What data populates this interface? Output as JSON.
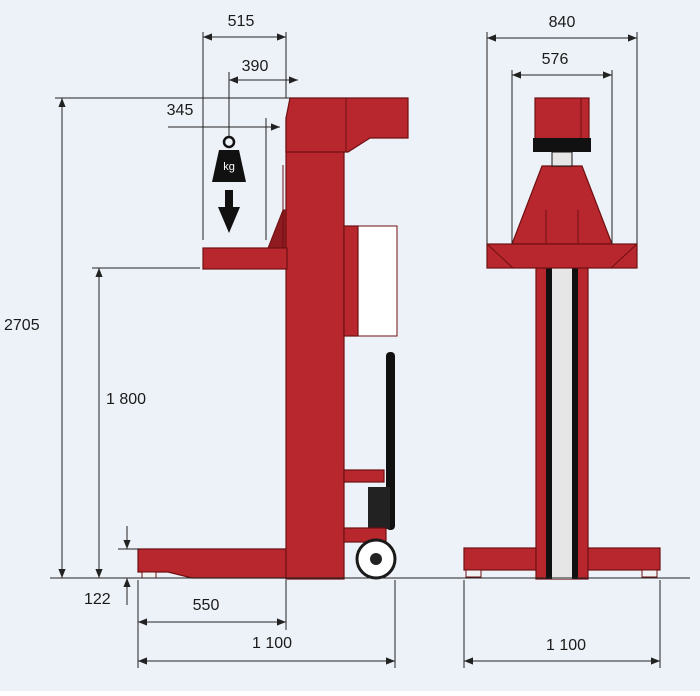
{
  "background_color": "#edf2f8",
  "lift_color": "#b8272d",
  "dimensions": {
    "top_width": "515",
    "load_offset": "390",
    "fork_offset": "345",
    "total_height": "2705",
    "fork_height": "1 800",
    "foot_height": "122",
    "half_base": "550",
    "base_length_side": "1 100",
    "outer_width": "840",
    "inner_width": "576",
    "base_length_front": "1 100"
  },
  "weight_symbol": {
    "label": "kg",
    "icon": "weight-kg-icon"
  }
}
